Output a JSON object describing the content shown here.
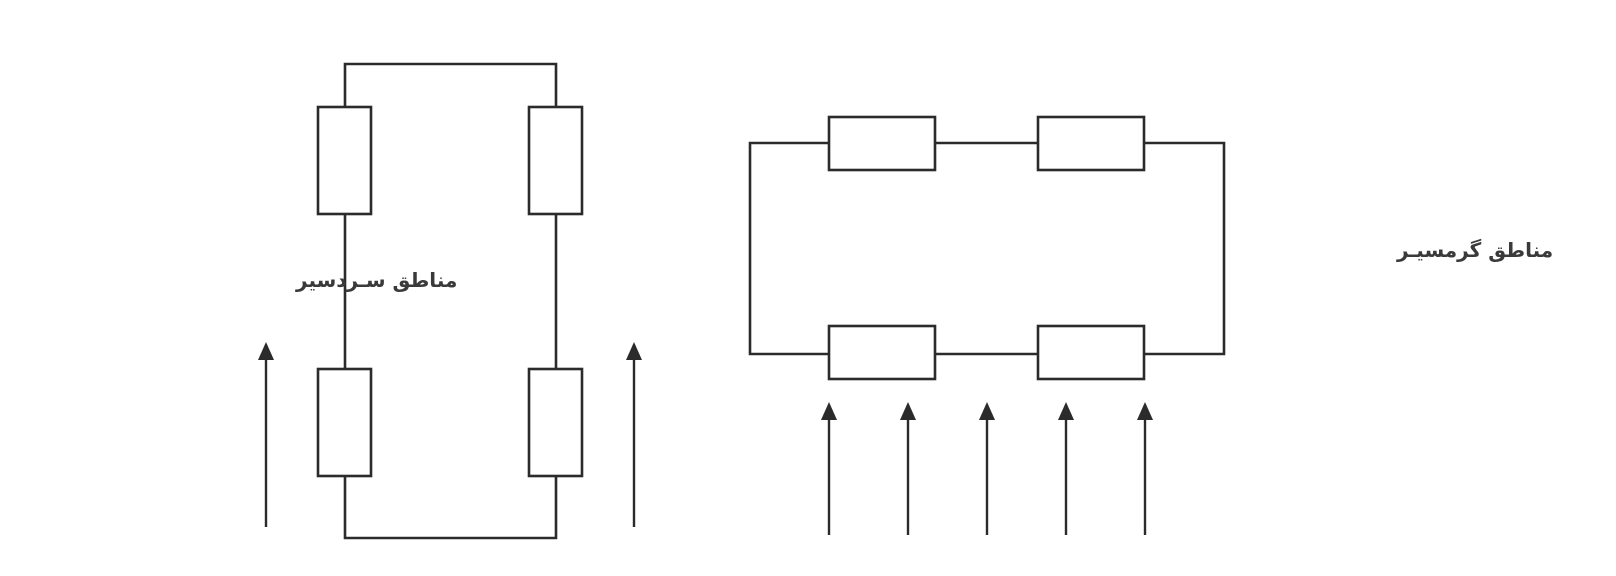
{
  "labels": {
    "cold_regions": "مناطق سـردسیر",
    "hot_regions": "مناطق گرمسیـر"
  },
  "colors": {
    "line": "#2b2b2b",
    "text": "#3a3a3a",
    "background": "#ffffff"
  },
  "diagrams": {
    "cold": {
      "orientation": "vertical",
      "resistor_count": 4,
      "arrow_count": 2
    },
    "hot": {
      "orientation": "horizontal",
      "resistor_count": 4,
      "arrow_count": 5
    }
  }
}
